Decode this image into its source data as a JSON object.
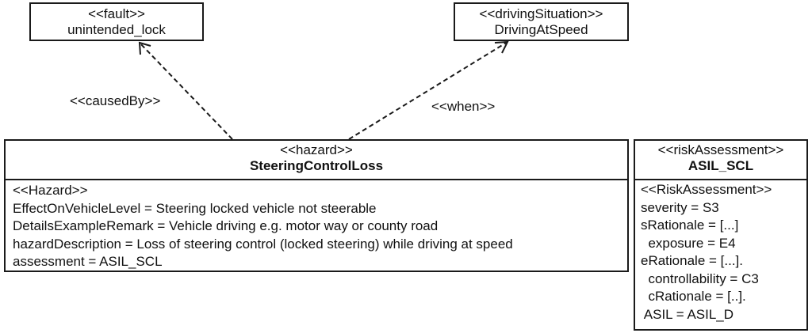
{
  "fault": {
    "stereotype": "<<fault>>",
    "name": "unintended_lock"
  },
  "driving_situation": {
    "stereotype": "<<drivingSituation>>",
    "name": "DrivingAtSpeed"
  },
  "hazard": {
    "stereotype": "<<hazard>>",
    "name": "SteeringControlLoss",
    "attributes": [
      "<<Hazard>>",
      "EffectOnVehicleLevel = Steering locked vehicle not steerable",
      "DetailsExampleRemark = Vehicle driving e.g. motor way or county road",
      "hazardDescription = Loss of steering control (locked steering) while driving at speed",
      "assessment = ASIL_SCL"
    ]
  },
  "risk_assessment": {
    "stereotype": "<<riskAssessment>>",
    "name": "ASIL_SCL",
    "attributes": [
      "<<RiskAssessment>>",
      "severity = S3",
      "sRationale = [...]",
      "  exposure = E4",
      "eRationale = [...].",
      "  controllability = C3",
      "  cRationale = [..].",
      " ASIL = ASIL_D"
    ]
  },
  "edges": {
    "caused_by": "<<causedBy>>",
    "when": "<<when>>"
  }
}
